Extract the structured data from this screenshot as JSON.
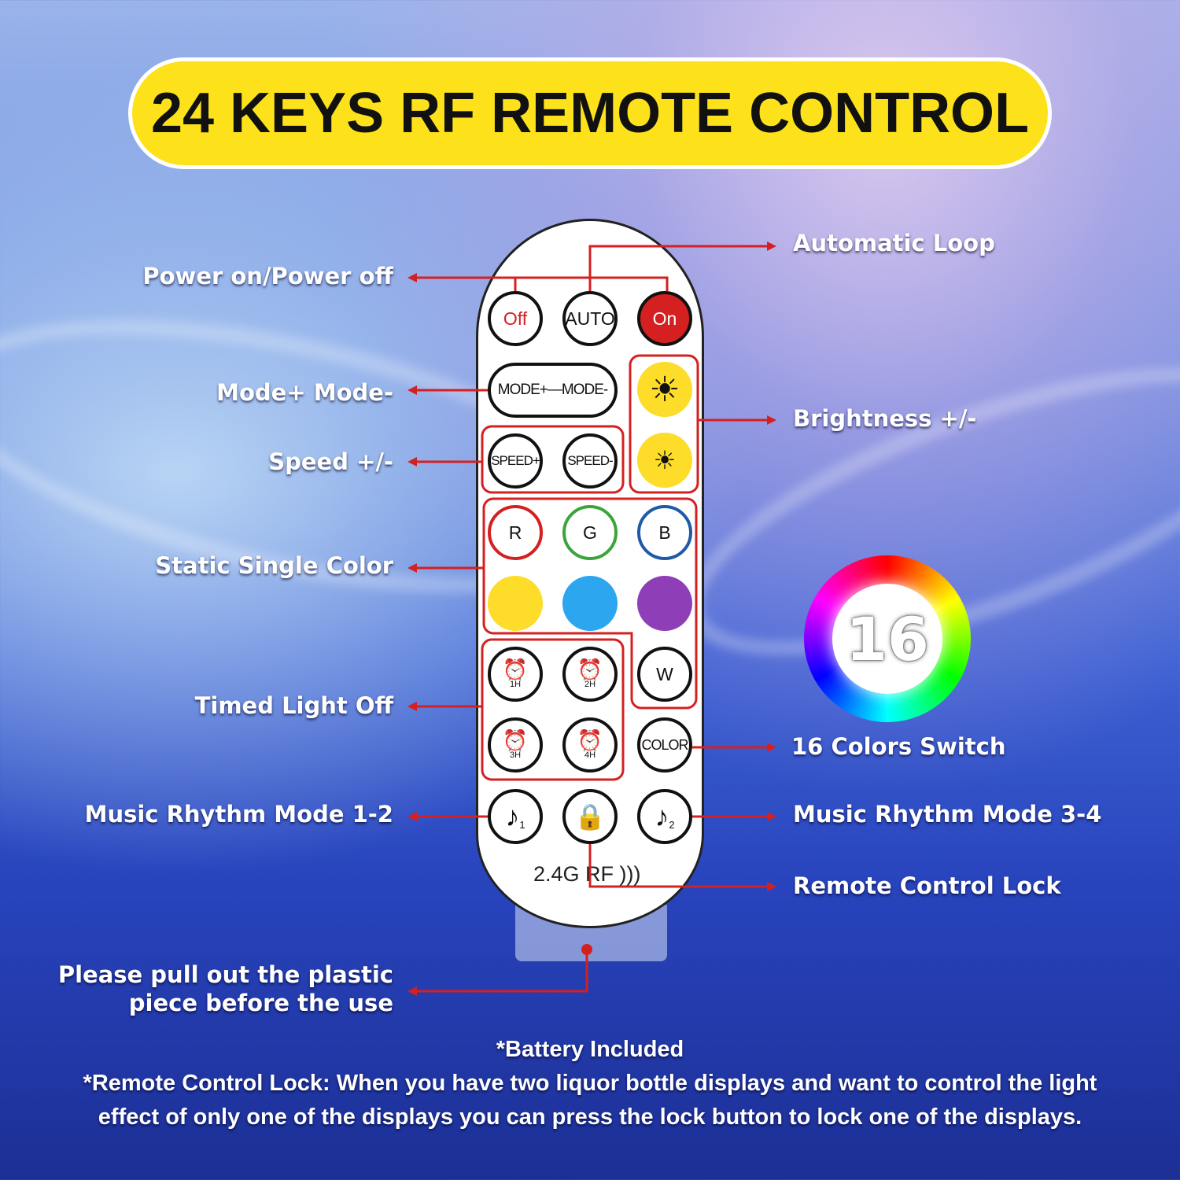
{
  "title": "24 KEYS RF REMOTE CONTROL",
  "labels": {
    "power": "Power on/Power off",
    "auto": "Automatic Loop",
    "mode": "Mode+ Mode-",
    "brightness": "Brightness +/-",
    "speed": "Speed +/-",
    "static": "Static Single Color",
    "timed": "Timed Light Off",
    "colors16": "16 Colors Switch",
    "music12": "Music Rhythm Mode 1-2",
    "music34": "Music Rhythm Mode 3-4",
    "lock": "Remote Control Lock",
    "pull1": "Please pull out the plastic",
    "pull2": "piece before the use"
  },
  "buttons": {
    "off": "Off",
    "auto": "AUTO",
    "on": "On",
    "mode": "MODE+—MODE-",
    "speed_up": "SPEED+",
    "speed_down": "SPEED-",
    "r": "R",
    "g": "G",
    "b": "B",
    "w": "W",
    "color": "COLOR",
    "t1": "1H",
    "t2": "2H",
    "t3": "3H",
    "t4": "4H",
    "m1": "1",
    "m2": "2"
  },
  "rf_label": "2.4G RF",
  "badge_number": "16",
  "footer": {
    "battery": "*Battery Included",
    "note1": "*Remote Control Lock: When you have two liquor bottle displays and want to control the light",
    "note2": "effect of only one of the displays you can press the lock button to lock one of the displays."
  },
  "colors": {
    "banner": "#fde21b",
    "accent": "#d42020",
    "yellow": "#fddc2a",
    "blue": "#2ca6ef",
    "purple": "#8e3fb8"
  }
}
